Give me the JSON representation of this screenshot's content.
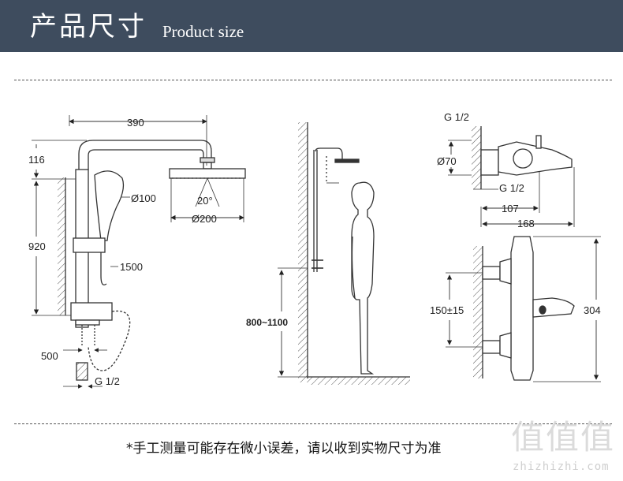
{
  "header": {
    "title": "产品尺寸",
    "subtitle": "Product size"
  },
  "diagram1": {
    "width": "390",
    "top_offset": "116",
    "height": "920",
    "head_diameter": "Ø200",
    "hand_diameter": "Ø100",
    "angle": "20°",
    "hose_length": "1500",
    "spacing": "500",
    "thread": "G 1/2"
  },
  "diagram2": {
    "height_range": "800~1100"
  },
  "diagram3": {
    "thread_top": "G 1/2",
    "diameter": "Ø70",
    "thread_bottom": "G 1/2",
    "depth": "107",
    "length": "168"
  },
  "diagram4": {
    "spacing": "150±15",
    "length": "304"
  },
  "footer": {
    "disclaimer": "*手工测量可能存在微小误差，请以收到实物尺寸为准",
    "watermark": "值值值",
    "watermark_url": "zhizhizhi.com"
  }
}
